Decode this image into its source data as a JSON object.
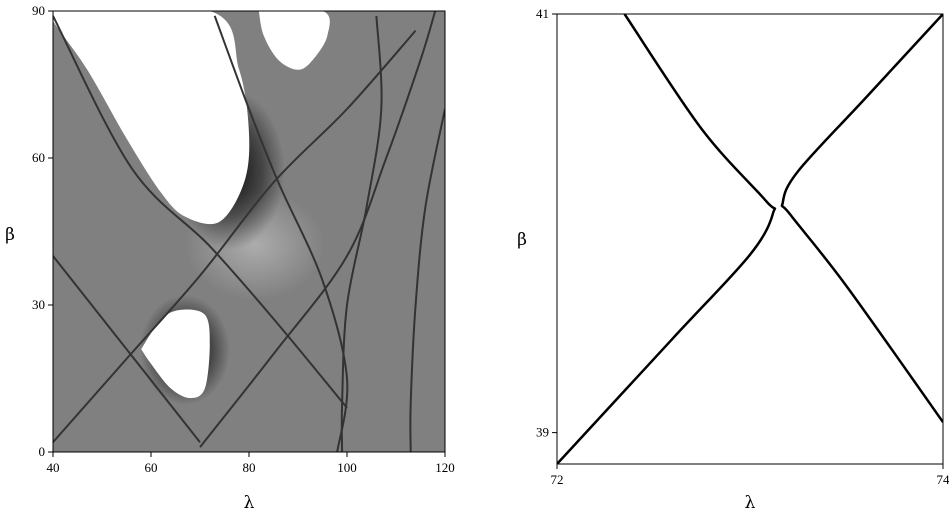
{
  "chart_data": [
    {
      "type": "heatmap",
      "xlabel": "λ",
      "ylabel": "β",
      "xlim": [
        40,
        120
      ],
      "ylim": [
        0,
        90
      ],
      "xticks": [
        "40",
        "60",
        "80",
        "100",
        "120"
      ],
      "yticks": [
        "0",
        "30",
        "60",
        "90"
      ],
      "x_tick_values": [
        40,
        60,
        80,
        100,
        120
      ],
      "y_tick_values": [
        0,
        30,
        60,
        90
      ],
      "grid": false,
      "colors": {
        "background": "#808080",
        "curve": "#333333",
        "region": "#ffffff"
      },
      "curves": [
        {
          "points": [
            [
              40,
              89
            ],
            [
              56,
              58
            ],
            [
              72,
              42
            ],
            [
              86,
              26
            ],
            [
              100,
              9
            ]
          ]
        },
        {
          "points": [
            [
              40,
              40
            ],
            [
              55,
              21
            ],
            [
              70,
              2
            ]
          ]
        },
        {
          "points": [
            [
              40,
              2
            ],
            [
              55,
              19
            ],
            [
              70,
              36
            ],
            [
              85,
              55
            ],
            [
              100,
              70
            ],
            [
              114,
              86
            ]
          ]
        },
        {
          "points": [
            [
              70,
              1
            ],
            [
              85,
              20
            ],
            [
              100,
              40
            ],
            [
              108,
              60
            ],
            [
              115,
              80
            ],
            [
              118,
              90
            ]
          ]
        },
        {
          "points": [
            [
              73,
              89
            ],
            [
              80,
              70
            ],
            [
              86,
              55
            ],
            [
              95,
              35
            ],
            [
              100,
              15
            ],
            [
              98,
              0
            ]
          ]
        },
        {
          "points": [
            [
              106,
              89
            ],
            [
              107,
              70
            ],
            [
              104,
              50
            ],
            [
              100,
              30
            ],
            [
              99,
              10
            ],
            [
              99,
              0
            ]
          ]
        },
        {
          "points": [
            [
              120,
              70
            ],
            [
              116,
              50
            ],
            [
              114,
              30
            ],
            [
              113,
              10
            ],
            [
              113,
              0
            ]
          ]
        }
      ],
      "white_regions": [
        {
          "points": [
            [
              40,
              90
            ],
            [
              72,
              90
            ],
            [
              78,
              78
            ],
            [
              80,
              65
            ],
            [
              79,
              55
            ],
            [
              74,
              47
            ],
            [
              67,
              48
            ],
            [
              62,
              53
            ],
            [
              55,
              64
            ],
            [
              47,
              78
            ],
            [
              40,
              88
            ]
          ]
        },
        {
          "points": [
            [
              58,
              21
            ],
            [
              62,
              27
            ],
            [
              66,
              29
            ],
            [
              71,
              28
            ],
            [
              72,
              22
            ],
            [
              71,
              13
            ],
            [
              68,
              11
            ],
            [
              64,
              13
            ],
            [
              60,
              18
            ]
          ]
        },
        {
          "points": [
            [
              82,
              90
            ],
            [
              95,
              90
            ],
            [
              96,
              85
            ],
            [
              93,
              80
            ],
            [
              90,
              78
            ],
            [
              86,
              80
            ],
            [
              83,
              85
            ]
          ]
        }
      ]
    },
    {
      "type": "line",
      "xlabel": "λ",
      "ylabel": "β",
      "xlim": [
        72,
        74
      ],
      "ylim": [
        38.85,
        41
      ],
      "xticks": [
        "72",
        "74"
      ],
      "yticks": [
        "39",
        "41"
      ],
      "x_tick_values": [
        72,
        74
      ],
      "y_tick_values": [
        39,
        41
      ],
      "grid": false,
      "series": [
        {
          "points": [
            [
              72,
              38.85
            ],
            [
              72.6,
              39.45
            ],
            [
              73.0,
              39.85
            ],
            [
              73.12,
              40.05
            ],
            [
              73.08,
              40.11
            ],
            [
              72.75,
              40.45
            ],
            [
              72.35,
              41
            ]
          ]
        },
        {
          "points": [
            [
              74,
              41
            ],
            [
              73.6,
              40.6
            ],
            [
              73.25,
              40.25
            ],
            [
              73.17,
              40.1
            ],
            [
              73.21,
              40.04
            ],
            [
              73.5,
              39.7
            ],
            [
              74,
              39.05
            ]
          ]
        }
      ]
    }
  ]
}
